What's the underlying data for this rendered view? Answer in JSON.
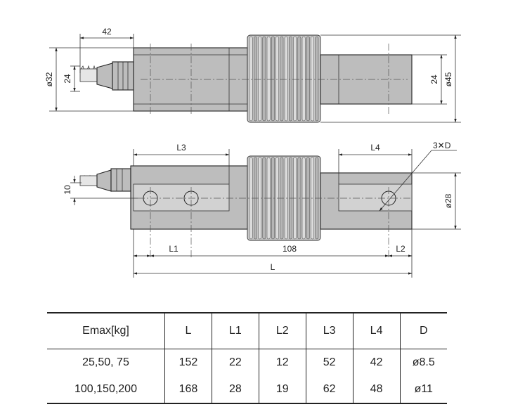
{
  "drawing": {
    "top_view": {
      "dim_42": "42",
      "dim_d32": "ø32",
      "dim_24_left": "24",
      "dim_24_right": "24",
      "dim_d45": "ø45"
    },
    "front_view": {
      "dim_L3": "L3",
      "dim_L4": "L4",
      "dim_3xD": "3✕D",
      "dim_10": "10",
      "dim_d28": "ø28",
      "dim_L1": "L1",
      "dim_108": "108",
      "dim_L2": "L2",
      "dim_L": "L"
    }
  },
  "table": {
    "headers": [
      "Emax[kg]",
      "L",
      "L1",
      "L2",
      "L3",
      "L4",
      "D"
    ],
    "rows": [
      [
        "25,50, 75",
        "152",
        "22",
        "12",
        "52",
        "42",
        "ø8.5"
      ],
      [
        "100,150,200",
        "168",
        "28",
        "19",
        "62",
        "48",
        "ø11"
      ]
    ]
  }
}
